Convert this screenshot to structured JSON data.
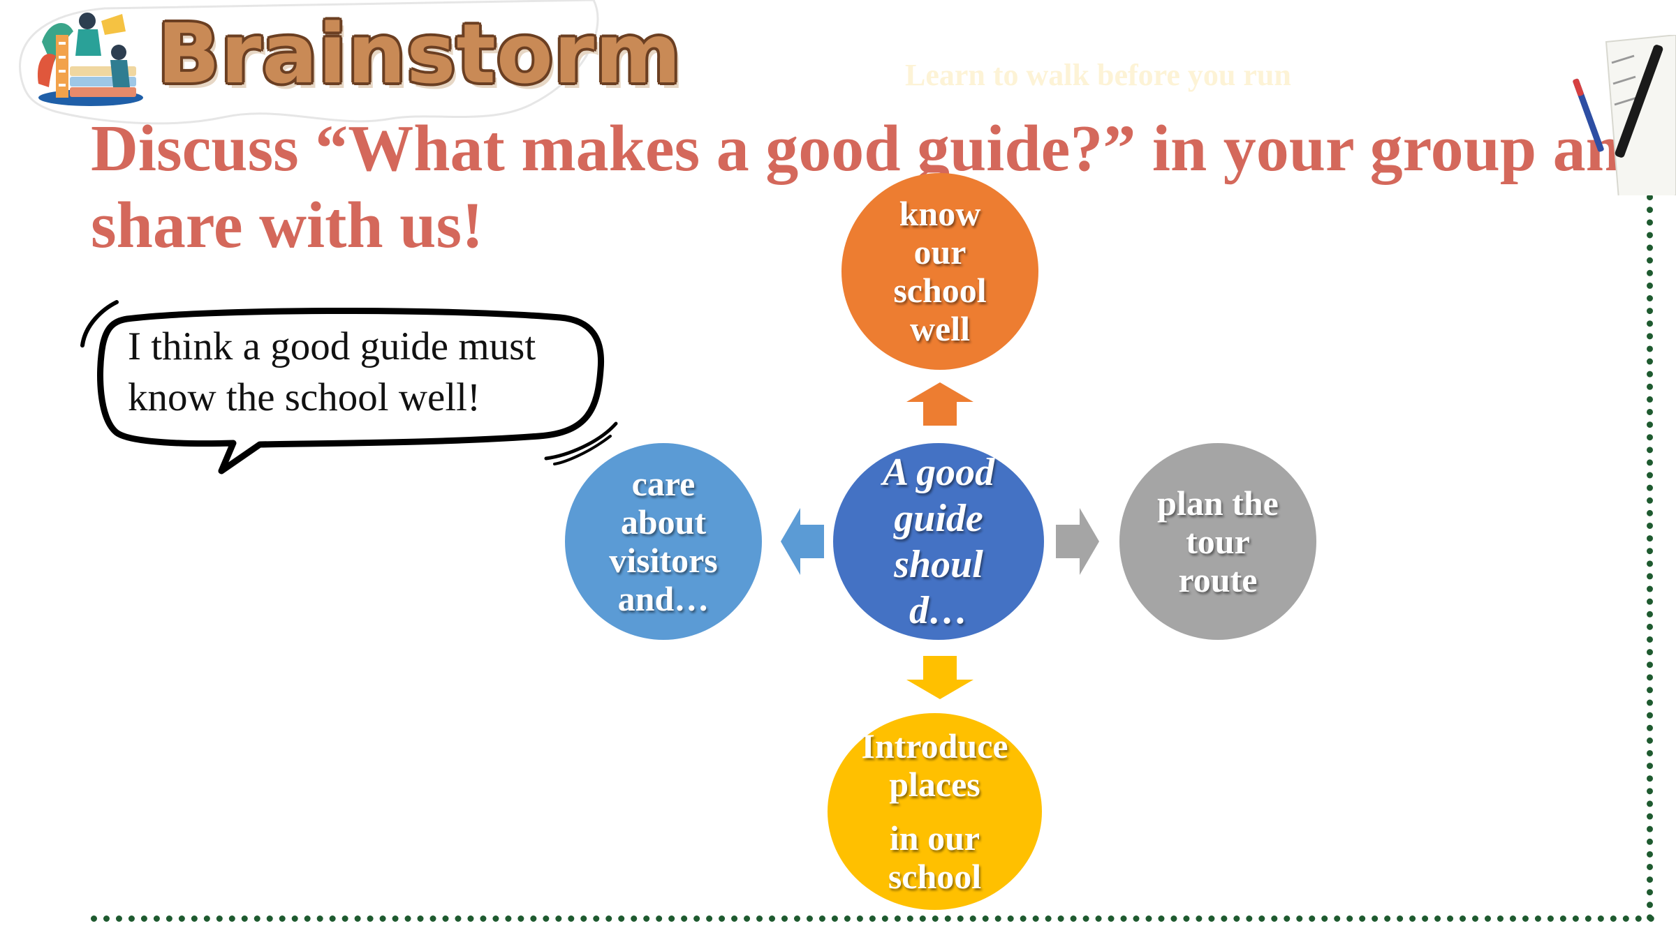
{
  "header": {
    "title": "Brainstorm"
  },
  "motto": "Learn to walk before you run",
  "heading": {
    "line1": "Discuss “What makes a good guide?” in your group and",
    "line2": "share with us!"
  },
  "speech": {
    "line1": "I think a good guide must",
    "line2": "know the school well!"
  },
  "diagram": {
    "center": [
      "A good",
      "guide",
      "shoul",
      "d…"
    ],
    "top": [
      "know",
      "our",
      "school",
      "well"
    ],
    "left": [
      "care",
      "about",
      "visitors",
      "and…"
    ],
    "right": [
      "plan the",
      "tour",
      "route"
    ],
    "bottom": [
      "Introduce",
      "places",
      "in our",
      "school"
    ]
  },
  "colors": {
    "center": "#4472c4",
    "top": "#ed7d31",
    "left": "#5b9bd5",
    "right": "#a5a5a5",
    "bottom": "#ffc000",
    "heading": "#d4685b",
    "frame": "#1e5a2f"
  }
}
